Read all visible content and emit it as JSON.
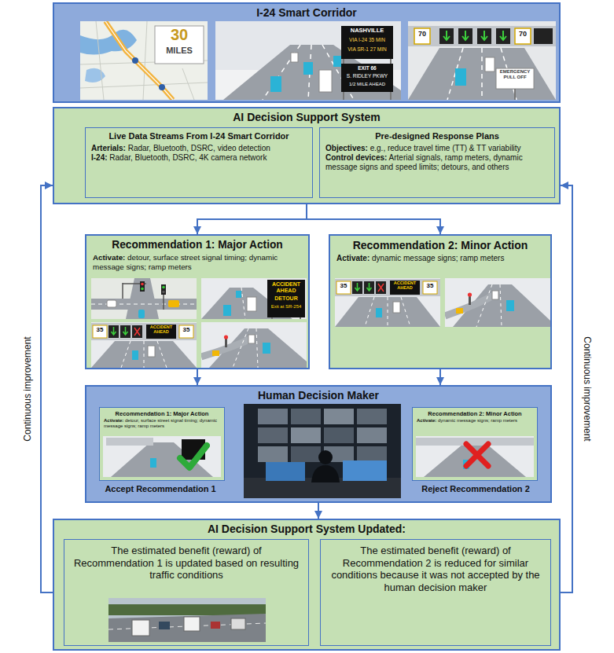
{
  "diagram": {
    "nodes": [
      {
        "text": [
          "I-24 Smart Corridor"
        ]
      },
      {
        "text": [
          "AI Decision Support System"
        ]
      },
      {
        "text": [
          "Live Data Streams From I-24 Smart Corridor",
          "Arterials: Radar, Bluetooth, DSRC, video detection",
          "I-24: Radar, Bluetooth, DSRC, 4K camera network"
        ],
        "in": 1
      },
      {
        "text": [
          "Pre-designed Response Plans",
          "Objectives: e.g., reduce travel time (TT) & TT variability",
          "Control devices: Arterial signals, ramp meters, dynamic message signs and speed limits; detours, and others"
        ],
        "in": 1
      },
      {
        "text": [
          "Recommendation 1: Major Action",
          "Activate: detour, surface street signal timing; dynamic message signs; ramp meters"
        ]
      },
      {
        "text": [
          "Recommendation 2: Minor Action",
          "Activate: dynamic message signs; ramp meters"
        ]
      },
      {
        "text": [
          "Human Decision Maker",
          "Accept Recommendation 1",
          "Reject Recommendation 2"
        ]
      },
      {
        "text": [
          "Recommendation 1: Major Action",
          "Activate: detour, surface street signal timing; dynamic message signs; ramp meters"
        ],
        "in": 6
      },
      {
        "text": [
          "Recommendation 2: Minor Action",
          "Activate: dynamic message signs; ramp meters"
        ],
        "in": 6
      },
      {
        "text": [
          "AI Decision Support System Updated:"
        ]
      },
      {
        "text": [
          "The estimated benefit (reward) of Recommendation 1 is updated based on resulting traffic conditions"
        ],
        "in": 9
      },
      {
        "text": [
          "The estimated benefit (reward) of Recommendation 2 is reduced for similar conditions because it was not accepted by the human decision maker"
        ],
        "in": 9
      }
    ],
    "edges": [
      {
        "from": 1,
        "to": 4,
        "arrow": "to"
      },
      {
        "from": 1,
        "to": 5,
        "arrow": "to"
      },
      {
        "from": 4,
        "to": 6,
        "arrow": "to"
      },
      {
        "from": 5,
        "to": 6,
        "arrow": "to"
      },
      {
        "from": 6,
        "to": 9,
        "arrow": "to"
      },
      {
        "from": 10,
        "to": 1,
        "label": "Continuous improvement",
        "arrow": "to"
      },
      {
        "from": 11,
        "to": 1,
        "label": "Continuous improvement",
        "arrow": "to"
      }
    ],
    "labels": [
      "30",
      "MILES",
      "NASHVILLE",
      "VIA I-24 35 MIN",
      "VIA SR-1 27 MIN",
      "EXIT 66",
      "S. RIDLEY PKWY",
      "1/2 MILE AHEAD",
      "70",
      "70",
      "EMERGENCY PULL OFF",
      "ACCIDENT AHEAD",
      "DETOUR",
      "Exit at SR-254",
      "35",
      "ACCIDENT AHEAD",
      "35",
      "35",
      "ACCIDENT AHEAD",
      "35"
    ]
  }
}
